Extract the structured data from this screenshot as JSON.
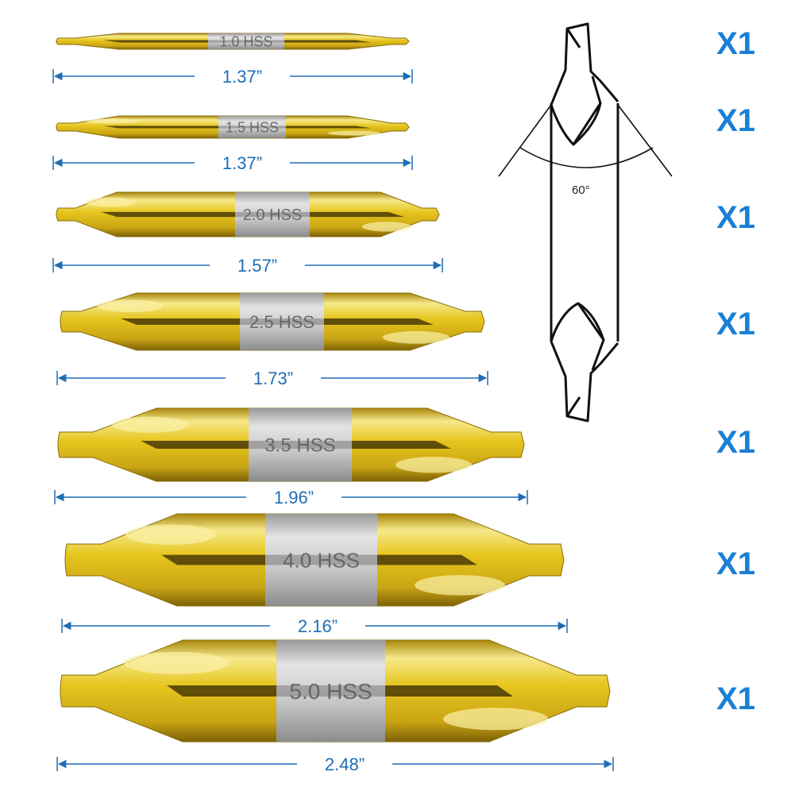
{
  "bits": [
    {
      "band_label": "1.0 HSS",
      "length_label": "1.37”",
      "quantity": "X1"
    },
    {
      "band_label": "1.5 HSS",
      "length_label": "1.37”",
      "quantity": "X1"
    },
    {
      "band_label": "2.0 HSS",
      "length_label": "1.57”",
      "quantity": "X1"
    },
    {
      "band_label": "2.5 HSS",
      "length_label": "1.73”",
      "quantity": "X1"
    },
    {
      "band_label": "3.5 HSS",
      "length_label": "1.96”",
      "quantity": "X1"
    },
    {
      "band_label": "4.0 HSS",
      "length_label": "2.16”",
      "quantity": "X1"
    },
    {
      "band_label": "5.0 HSS",
      "length_label": "2.48”",
      "quantity": "X1"
    }
  ],
  "diagram": {
    "angle_label": "60°"
  },
  "colors": {
    "gold": "#e6c51d",
    "gold_dark": "#8a6d06",
    "gold_light": "#f7e98a",
    "band_gray": "#c8c8c8",
    "dimension_blue": "#1f6db5",
    "quantity_blue": "#1a7fd6"
  }
}
